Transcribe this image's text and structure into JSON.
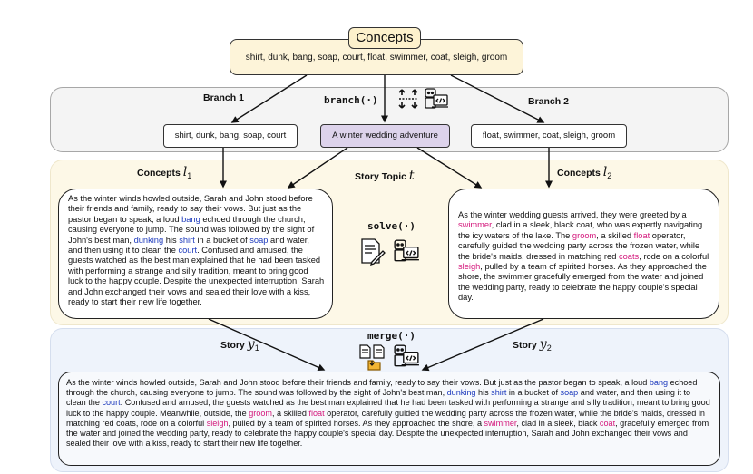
{
  "concepts": {
    "title": "Concepts",
    "list": "shirt, dunk, bang, soap, court, float, swimmer, coat, sleigh, groom"
  },
  "branch": {
    "branch1_label": "Branch 1",
    "branch2_label": "Branch 2",
    "fn": "branch(·)",
    "left_concepts": "shirt, dunk, bang, soap, court",
    "topic": "A winter wedding adventure",
    "right_concepts": "float, swimmer, coat, sleigh, groom"
  },
  "solve": {
    "concepts1_label": "Concepts",
    "concepts1_var": "l",
    "concepts1_sub": "1",
    "topic_label": "Story Topic",
    "topic_var": "t",
    "concepts2_label": "Concepts",
    "concepts2_var": "l",
    "concepts2_sub": "2",
    "fn": "solve(·)",
    "story1": [
      {
        "t": "As the winter winds howled outside, Sarah and John stood before their friends and family, ready to say their vows. But just as the pastor began to speak, a loud "
      },
      {
        "t": "bang",
        "k": "b"
      },
      {
        "t": " echoed through the church, causing everyone to jump. The sound was followed by the sight of John's best man, "
      },
      {
        "t": "dunking",
        "k": "b"
      },
      {
        "t": " his "
      },
      {
        "t": "shirt",
        "k": "b"
      },
      {
        "t": " in a bucket of "
      },
      {
        "t": "soap",
        "k": "b"
      },
      {
        "t": " and water, and then using it to clean the "
      },
      {
        "t": "court",
        "k": "b"
      },
      {
        "t": ". Confused and amused, the guests watched as the best man explained that he had been tasked with performing a strange and silly tradition, meant to bring good luck to the happy couple. Despite the unexpected interruption, Sarah and John exchanged their vows and sealed their love with a kiss, ready to start their new life together."
      }
    ],
    "story2": [
      {
        "t": "As the winter wedding guests arrived, they were greeted by a "
      },
      {
        "t": "swimmer",
        "k": "m"
      },
      {
        "t": ", clad in a sleek, black coat, who was expertly navigating the icy waters of the lake. The "
      },
      {
        "t": "groom",
        "k": "m"
      },
      {
        "t": ", a skilled "
      },
      {
        "t": "float",
        "k": "m"
      },
      {
        "t": " operator, carefully guided the wedding party across the frozen water, while the bride's maids, dressed in matching red "
      },
      {
        "t": "coats",
        "k": "m"
      },
      {
        "t": ", rode on a colorful "
      },
      {
        "t": "sleigh",
        "k": "m"
      },
      {
        "t": ", pulled by a team of spirited horses. As they approached the shore, the swimmer gracefully emerged from the water and joined the wedding party, ready to celebrate the happy couple's special day."
      }
    ]
  },
  "merge": {
    "story1_label": "Story",
    "story1_var": "y",
    "story1_sub": "1",
    "fn": "merge(·)",
    "story2_label": "Story",
    "story2_var": "y",
    "story2_sub": "2",
    "story": [
      {
        "t": "As the winter winds howled outside, Sarah and John stood before their friends and family, ready to say their vows. But just as the pastor began to speak, a loud "
      },
      {
        "t": "bang",
        "k": "b"
      },
      {
        "t": " echoed through the church, causing everyone to jump. The sound was followed by the sight of John's best man, "
      },
      {
        "t": "dunking",
        "k": "b"
      },
      {
        "t": " his "
      },
      {
        "t": "shirt",
        "k": "b"
      },
      {
        "t": " in a bucket of "
      },
      {
        "t": "soap",
        "k": "b"
      },
      {
        "t": " and water, and then using it to clean the "
      },
      {
        "t": "court",
        "k": "b"
      },
      {
        "t": ". Confused and amused, the guests watched as the best man explained that he had been tasked with performing a strange and silly tradition, meant to bring good luck to the happy couple. Meanwhile, outside, the "
      },
      {
        "t": "groom",
        "k": "m"
      },
      {
        "t": ", a skilled "
      },
      {
        "t": "float",
        "k": "m"
      },
      {
        "t": " operator, carefully guided the wedding party across the frozen water, while the bride's maids, dressed in matching red coats, rode on a colorful "
      },
      {
        "t": "sleigh",
        "k": "m"
      },
      {
        "t": ", pulled by a team of spirited horses. As they approached the shore, a "
      },
      {
        "t": "swimmer",
        "k": "m"
      },
      {
        "t": ", clad in a sleek, black "
      },
      {
        "t": "coat",
        "k": "m"
      },
      {
        "t": ", gracefully emerged from the water and joined the wedding party, ready to celebrate the happy couple's special day. Despite the unexpected interruption, Sarah and John exchanged their vows and sealed their love with a kiss, ready to start their new life together."
      }
    ]
  },
  "colors": {
    "keyword_blue": "#1e3bbd",
    "keyword_magenta": "#d4187c",
    "topic_fill": "#ddd3eb",
    "concept_fill": "#fdf4d9"
  },
  "icons": [
    "split-arrows-icon",
    "robot-laptop-icon",
    "document-pen-icon",
    "documents-folder-icon"
  ]
}
